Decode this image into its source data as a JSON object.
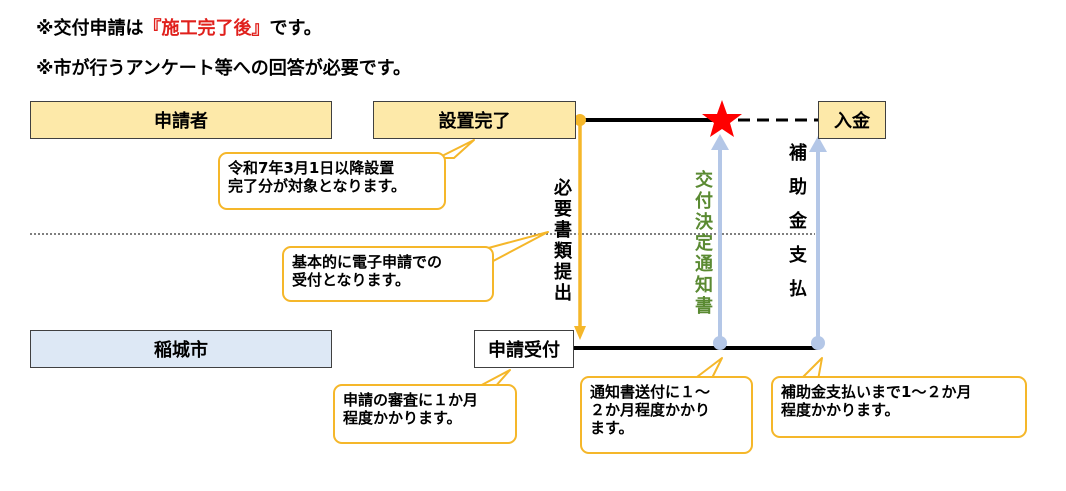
{
  "notes": {
    "line1_prefix": "※交付申請は",
    "line1_emphasis": "『施工完了後』",
    "line1_suffix": "です。",
    "line2": "※市が行うアンケート等への回答が必要です。"
  },
  "lanes": {
    "applicant": "申請者",
    "city": "稲城市"
  },
  "steps": {
    "installation_complete": "設置完了",
    "payment_received": "入金",
    "application_received": "申請受付"
  },
  "vertical_labels": {
    "submit_documents": "必要書類提出",
    "decision_notice": "交付決定通知書",
    "subsidy_payment": "補助金支払"
  },
  "callouts": {
    "eligibility": [
      "令和7年3月1日以降設置",
      "完了分が対象となります。"
    ],
    "electronic": [
      "基本的に電子申請での",
      "受付となります。"
    ],
    "review": [
      "申請の審査に１か月",
      "程度かかります。"
    ],
    "notice": [
      "通知書送付に１～",
      "２か月程度かかり",
      "ます。"
    ],
    "payment": [
      "補助金支払いまで1～２か月",
      "程度かかります。"
    ]
  },
  "colors": {
    "emphasis_red": "#e0201c",
    "applicant_fill": "#fde9a9",
    "city_fill": "#dde8f5",
    "callout_border": "#f5b72a",
    "flow_orange": "#f5b72a",
    "flow_blue": "#b4c7e7",
    "decision_text_green": "#5a8a32",
    "star_red": "#ff0000"
  }
}
